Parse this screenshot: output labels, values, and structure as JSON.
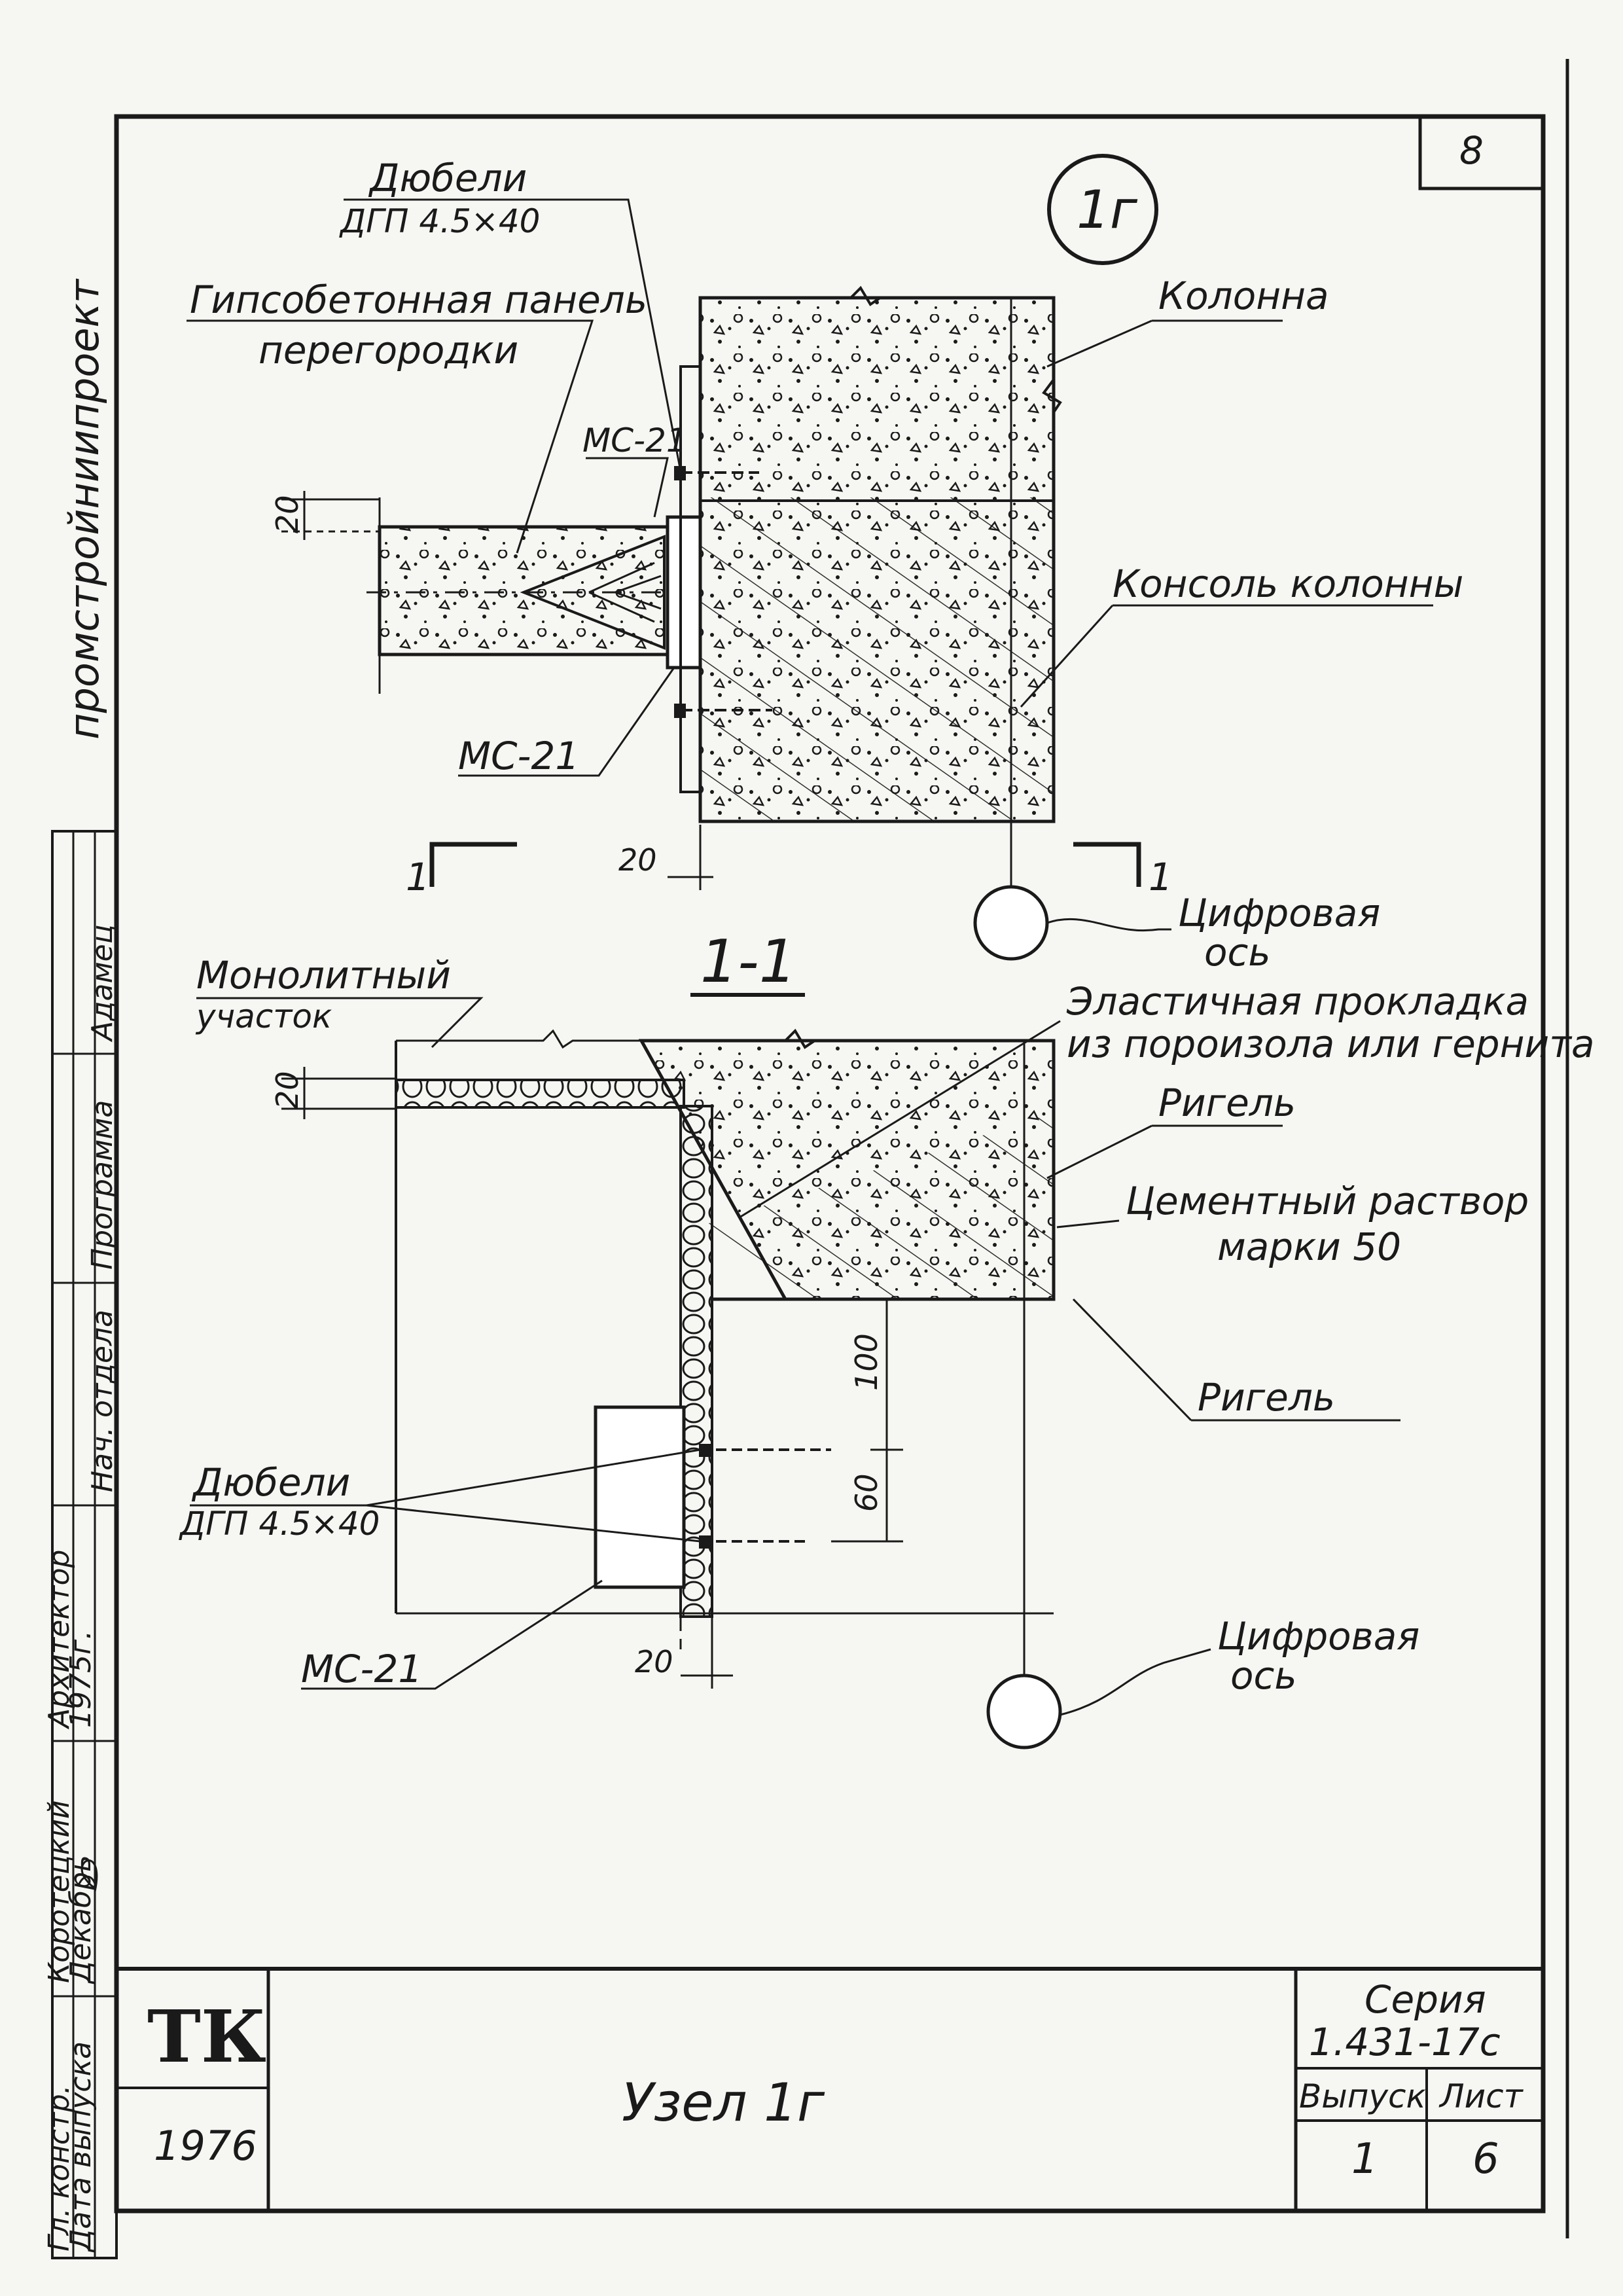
{
  "sheet_number": "8",
  "node_marker": "1г",
  "vertical_org": "промстройниипроект",
  "top_view": {
    "dowels_label": "Дюбели",
    "dowels_spec": "ДГП 4.5×40",
    "panel_label_line1": "Гипсобетонная панель",
    "panel_label_line2": "перегородки",
    "mc21_top": "МС-21",
    "mc21_bottom": "МС-21",
    "column_label": "Колонна",
    "console_label": "Консоль колонны",
    "dim_20_top": "20",
    "dim_20_bottom": "20",
    "axis_label_line1": "Цифровая",
    "axis_label_line2": "ось",
    "section_mark_left": "1",
    "section_mark_right": "1"
  },
  "section_view": {
    "title": "1-1",
    "monolith_line1": "Монолитный",
    "monolith_line2": "участок",
    "elastic_line1": "Эластичная прокладка",
    "elastic_line2": "из пороизола или гернита",
    "rigel_top": "Ригель",
    "cement_line1": "Цементный раствор",
    "cement_line2": "марки 50",
    "rigel_bottom": "Ригель",
    "dowels_label": "Дюбели",
    "dowels_spec": "ДГП 4.5×40",
    "mc21": "МС-21",
    "dim_20_left": "20",
    "dim_100": "100",
    "dim_60": "60",
    "dim_20_bottom": "20",
    "axis_label_line1": "Цифровая",
    "axis_label_line2": "ось"
  },
  "side_stamp": {
    "row1": [
      "Гл. констр.",
      "Коротецкий",
      "Архитектор"
    ],
    "row2": [
      "Дата выпуска",
      "Декабрь",
      "1975г."
    ],
    "row3": [
      "Нач. отдела",
      "Программа",
      "Адамец"
    ]
  },
  "title_block": {
    "logo": "ТК",
    "year": "1976",
    "title": "Узел 1г",
    "series_label": "Серия",
    "series_value": "1.431-17с",
    "issue_label": "Выпуск",
    "sheet_label": "Лист",
    "issue_value": "1",
    "sheet_value": "6"
  }
}
